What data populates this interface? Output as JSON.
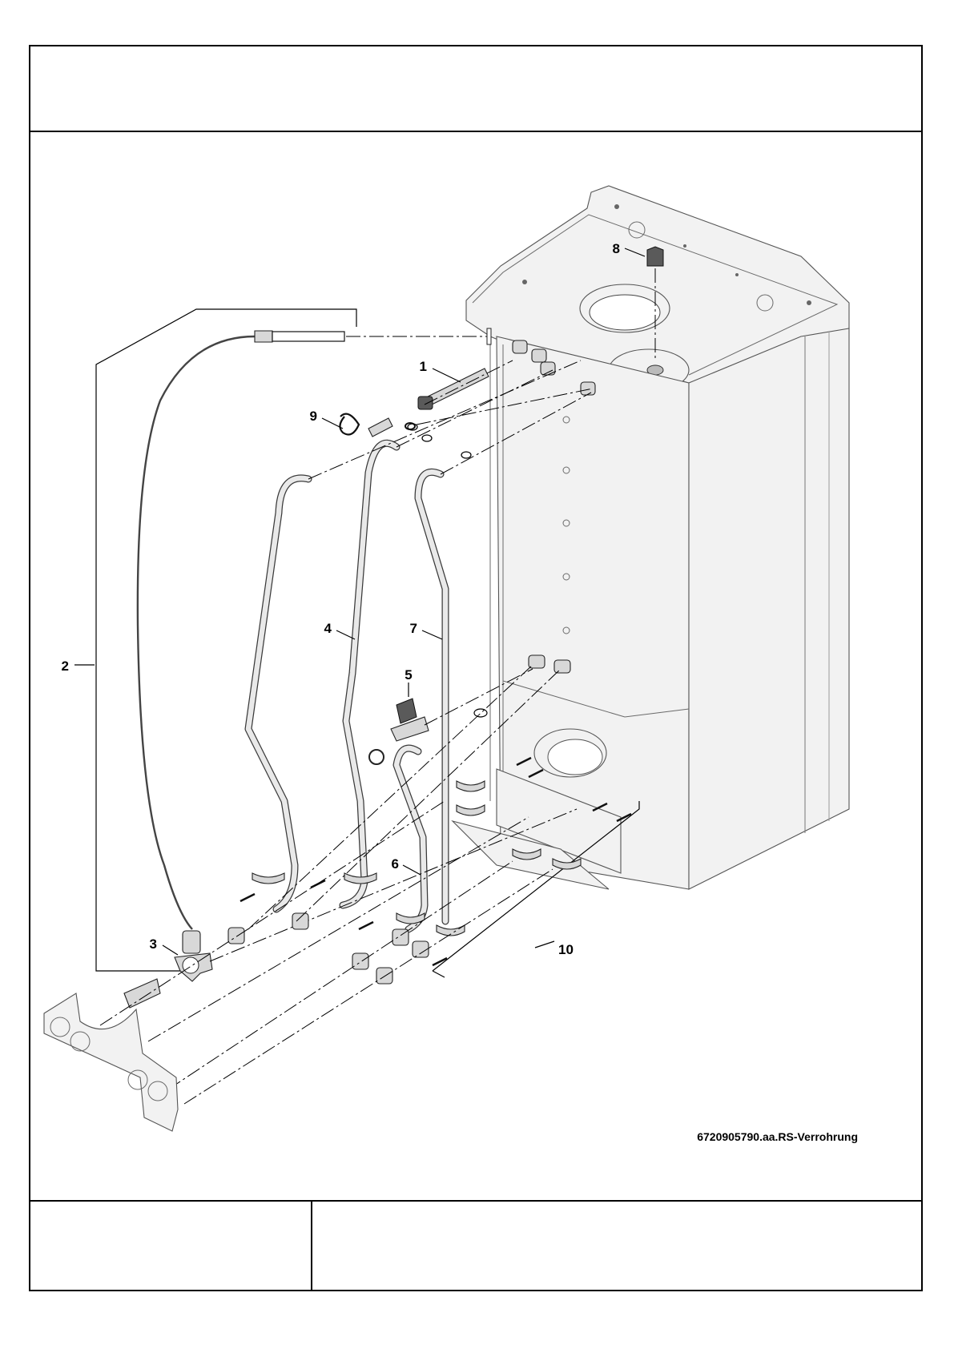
{
  "callouts": [
    {
      "id": "1",
      "label": "1"
    },
    {
      "id": "2",
      "label": "2"
    },
    {
      "id": "3",
      "label": "3"
    },
    {
      "id": "4",
      "label": "4"
    },
    {
      "id": "5",
      "label": "5"
    },
    {
      "id": "6",
      "label": "6"
    },
    {
      "id": "7",
      "label": "7"
    },
    {
      "id": "8",
      "label": "8"
    },
    {
      "id": "9",
      "label": "9"
    },
    {
      "id": "10",
      "label": "10"
    }
  ],
  "drawing_reference": "6720905790.aa.RS-Verrohrung"
}
